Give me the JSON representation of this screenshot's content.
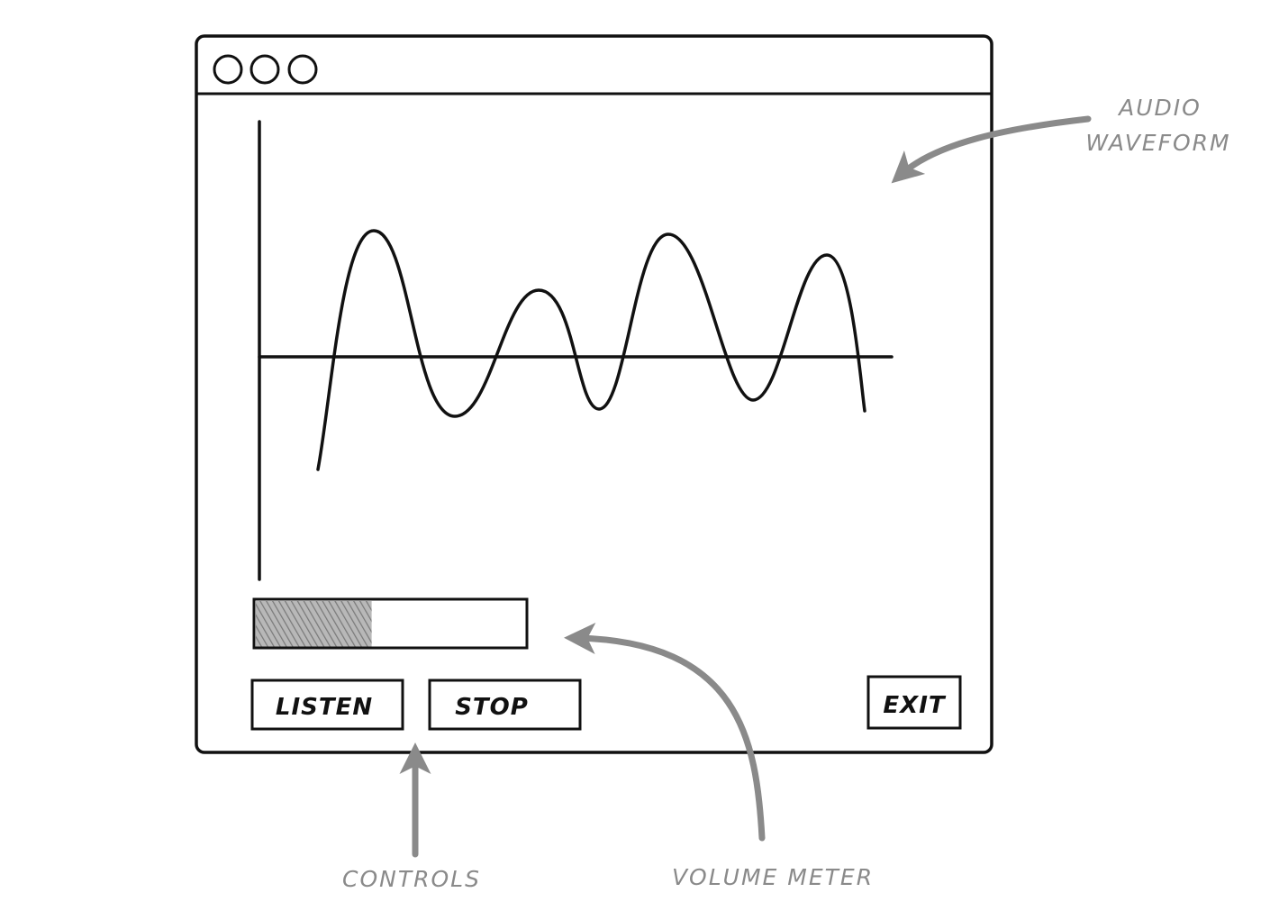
{
  "window": {
    "title_dots": 3
  },
  "meter": {
    "level": 0.43
  },
  "controls": {
    "listen_label": "LISTEN",
    "stop_label": "STOP",
    "exit_label": "EXIT"
  },
  "annotations": {
    "waveform_line1": "AUDIO",
    "waveform_line2": "WAVEFORM",
    "controls": "CONTROLS",
    "volume_meter": "VOLUME METER"
  },
  "colors": {
    "ink": "#111111",
    "annotation": "#8a8a8a",
    "meter_fill": "#9a9a9a"
  }
}
